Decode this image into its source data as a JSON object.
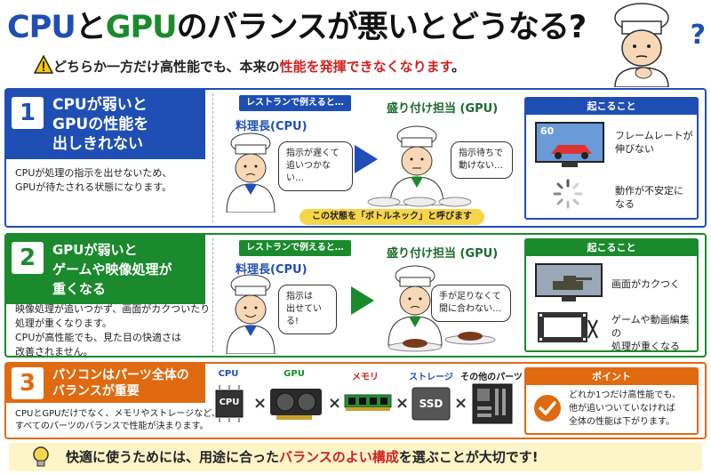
{
  "title": {
    "part1": "CPU",
    "part2": "と",
    "part3": "GPU",
    "part4": "のバランスが悪いとどうなる?"
  },
  "question_mark": "?",
  "warning": {
    "prefix": "どちらか一方だけ高性能でも、本来の",
    "highlight": "性能を発揮できなくなります",
    "suffix": "。"
  },
  "section1": {
    "num": "1",
    "heading": "CPUが弱いと\nGPUの性能を\n出しきれない",
    "desc": "CPUが処理の指示を出せないため、\nGPUが待たされる状態になります。",
    "tag": "レストランで例えると…",
    "role_left": "料理長(CPU)",
    "role_right": "盛り付け担当 (GPU)",
    "bubble_left": "指示が遅くて\n追いつかない…",
    "bubble_right": "指示待ちで\n動けない…",
    "bottleneck": "この状態を「ボトルネック」と呼びます",
    "result_title": "起こること",
    "fps": "60",
    "result1": "フレームレートが\n伸びない",
    "result2": "動作が不安定に\nなる"
  },
  "section2": {
    "num": "2",
    "heading": "GPUが弱いと\nゲームや映像処理が\n重くなる",
    "desc": "映像処理が追いつかず、画面がカクついたり\n処理が重くなります。\nCPUが高性能でも、見た目の快適さは\n改善されません。",
    "tag": "レストランで例えると…",
    "role_left": "料理長(CPU)",
    "role_right": "盛り付け担当 (GPU)",
    "bubble_left": "指示は\n出せている!",
    "bubble_right": "手が足りなくて\n間に合わない…",
    "result_title": "起こること",
    "result1": "画面がカクつく",
    "result2": "ゲームや動画編集の\n処理が重くなる"
  },
  "section3": {
    "num": "3",
    "heading": "パソコンはパーツ全体の\nバランスが重要",
    "desc": "CPUとGPUだけでなく、メモリやストレージなど、\nすべてのパーツのバランスで性能が決まります。",
    "parts": [
      "CPU",
      "GPU",
      "メモリ",
      "ストレージ",
      "その他のパーツ"
    ],
    "cpu_chip": "CPU",
    "ssd_chip": "SSD",
    "times": "×",
    "point_title": "ポイント",
    "point_text": "どれか1つだけ高性能でも、\n他が追いついていなければ\n全体の性能は下がります。"
  },
  "footer": {
    "prefix": "快適に使うためには、用途に合った",
    "highlight": "バランスのよい構成",
    "suffix": "を選ぶことが大切です!"
  },
  "colors": {
    "blue": "#1f4fb4",
    "green": "#1a8a2c",
    "orange": "#e06a10",
    "red": "#d32020",
    "yellow": "#fdf5c8"
  }
}
